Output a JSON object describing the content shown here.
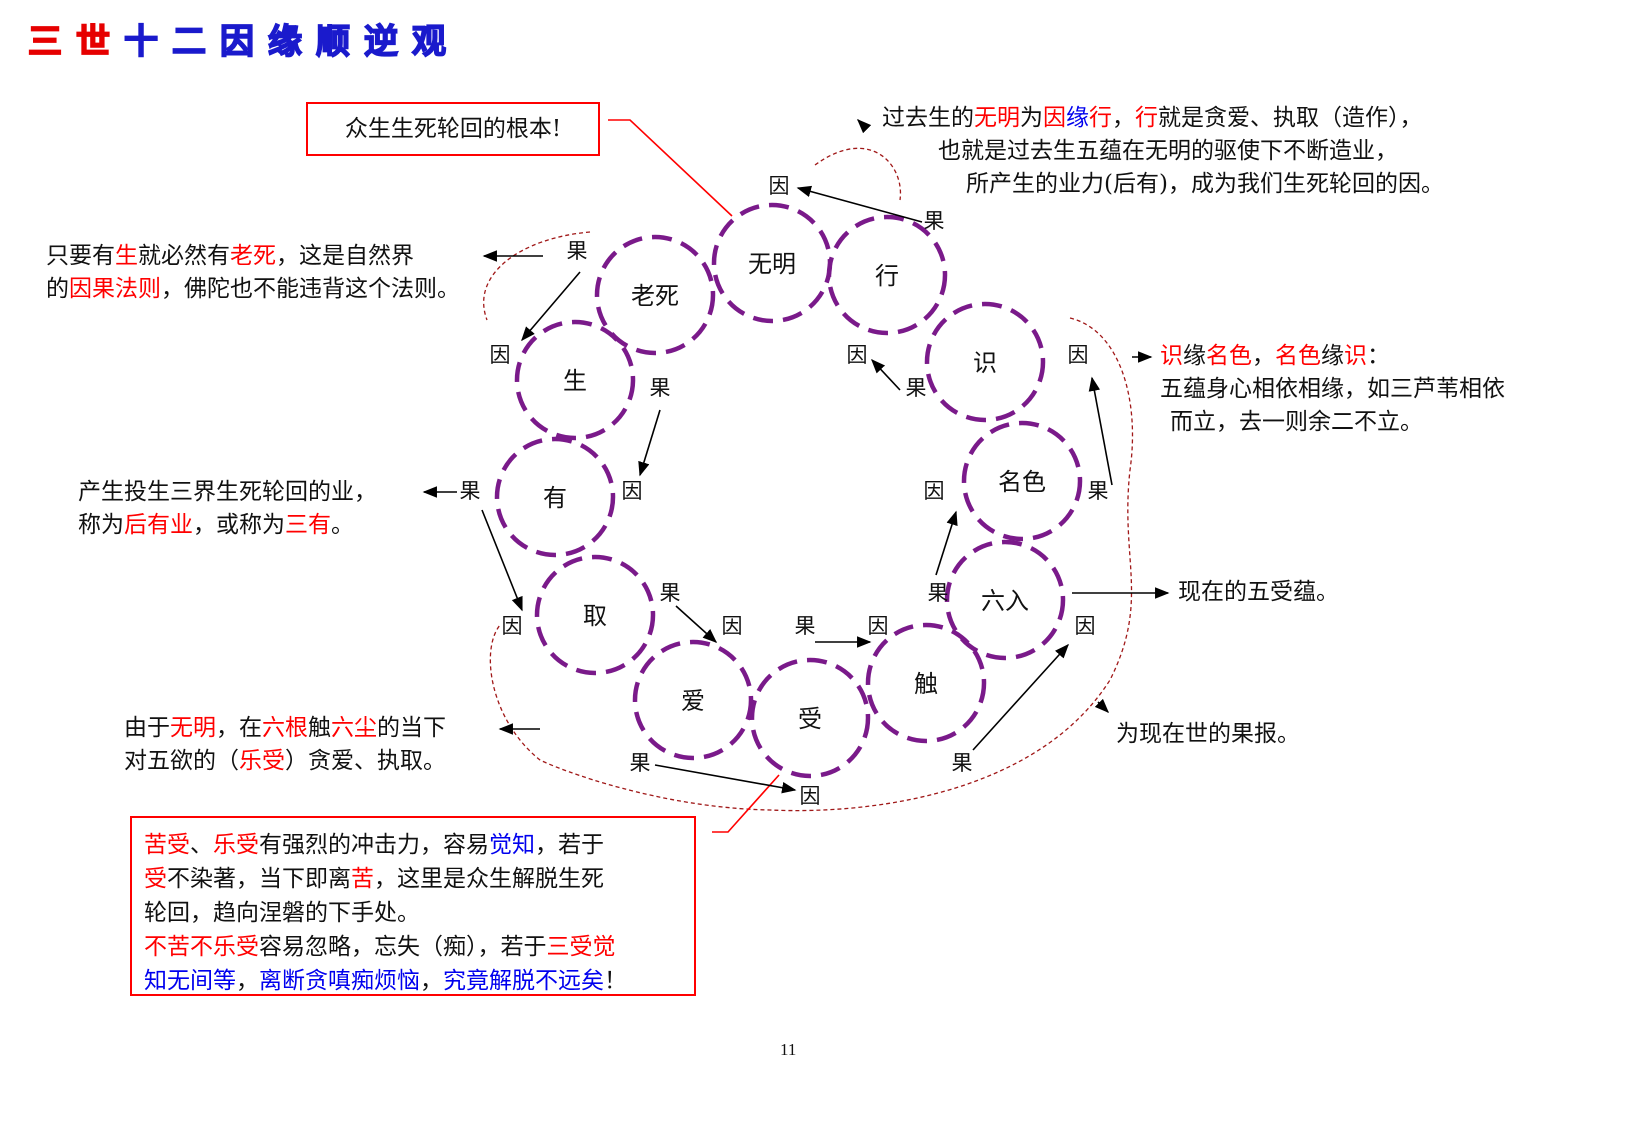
{
  "title": [
    "三",
    "世",
    "十",
    "二",
    "因",
    "缘",
    "顺",
    "逆",
    "观"
  ],
  "links": [
    "无明",
    "行",
    "识",
    "名色",
    "六入",
    "触",
    "受",
    "爱",
    "取",
    "有",
    "生",
    "老死"
  ],
  "cause_label": "因",
  "effect_label": "果",
  "root_box": "众生生死轮回的根本!",
  "notes": {
    "past": {
      "l1": {
        "a": "过去生的",
        "b": "无明",
        "c": "为",
        "d": "因",
        "e": "缘",
        "f": "行",
        "g": "，",
        "h": "行",
        "i": "就是贪爱、执取（造作），"
      },
      "l2": "也就是过去生五蕴在无明的驱使下不断造业，",
      "l3": "所产生的业力(后有)，成为我们生死轮回的因。"
    },
    "aging": {
      "l1": {
        "a": "只要有",
        "b": "生",
        "c": "就必然有",
        "d": "老死",
        "e": "，这是自然界"
      },
      "l2": {
        "a": "的",
        "b": "因果法则",
        "c": "，佛陀也不能违背这个法则。"
      }
    },
    "consciousness": {
      "l1": {
        "a": "识",
        "b": "缘",
        "c": "名色",
        "d": "，",
        "e": "名色",
        "f": "缘",
        "g": "识",
        "h": "："
      },
      "l2": "五蕴身心相依相缘，如三芦苇相依",
      "l3": "而立，去一则余二不立。"
    },
    "becoming": {
      "l1": "产生投生三界生死轮回的业，",
      "l2": {
        "a": "称为",
        "b": "后有业",
        "c": "，或称为",
        "d": "三有",
        "e": "。"
      }
    },
    "present_aggregates": "现在的五受蕴。",
    "present_result": "为现在世的果报。",
    "craving": {
      "l1": {
        "a": "由于",
        "b": "无明",
        "c": "，在",
        "d": "六根",
        "e": "触",
        "f": "六尘",
        "g": "的当下"
      },
      "l2": {
        "a": "对五欲的（",
        "b": "乐受",
        "c": "）贪爱、执取。"
      }
    }
  },
  "feeling_box": {
    "l1": {
      "a": "苦受",
      "b": "、",
      "c": "乐受",
      "d": "有强烈的冲击力，容易",
      "e": "觉知",
      "f": "，若于"
    },
    "l2": {
      "a": "受",
      "b": "不染著，当下即离",
      "c": "苦",
      "d": "，这里是众生解脱生死"
    },
    "l3": "轮回，趋向涅磐的下手处。",
    "l4": {
      "a": "不苦不乐受",
      "b": "容易忽略，忘失（痴），若于",
      "c": "三受觉"
    },
    "l5": {
      "a": "知无间等",
      "b": "，",
      "c": "离断贪嗔痴烦恼",
      "d": "，",
      "e": "究竟解脱不远矣",
      "f": "！"
    }
  },
  "page_number": "11",
  "colors": {
    "circle": "#7a1a8a",
    "emphasis": "#ff0000",
    "highlight": "#0000ee",
    "dashed_arc": "#a01818"
  }
}
